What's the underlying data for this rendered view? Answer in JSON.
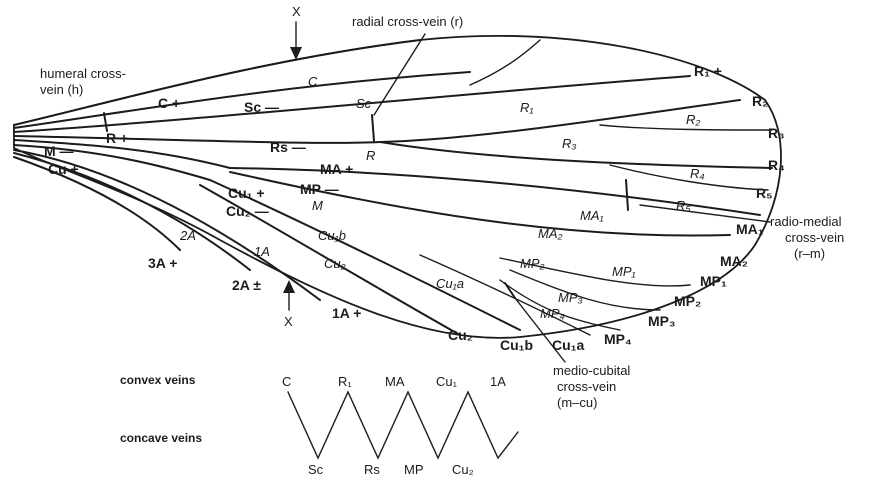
{
  "callouts": {
    "radial": "radial cross-vein (r)",
    "humeral_1": "humeral cross-",
    "humeral_2": "vein (h)",
    "radio_medial_1": "radio-medial",
    "radio_medial_2": "cross-vein",
    "radio_medial_3": "(r–m)",
    "medio_cubital_1": "medio-cubital",
    "medio_cubital_2": "cross-vein",
    "medio_cubital_3": "(m–cu)",
    "x_top": "X",
    "x_bottom": "X"
  },
  "vein_labels": {
    "c": "C +",
    "sc": "Sc —",
    "r": "R +",
    "rs": "Rs —",
    "m": "M —",
    "cu": "Cu +",
    "ma": "MA +",
    "mp": "MP —",
    "cu1": "Cu₁ +",
    "cu2": "Cu₂ —",
    "a3": "3A +",
    "a2": "2A ±",
    "a1": "1A +"
  },
  "cell_labels": {
    "c": "C",
    "sc": "Sc",
    "r": "R",
    "r1": "R₁",
    "r2": "R₂",
    "r3": "R₃",
    "r4": "R₄",
    "r5": "R₅",
    "m": "M",
    "cu1b": "Cu₁b",
    "cu2": "Cu₂",
    "cu1a": "Cu₁a",
    "a2": "2A",
    "a1": "1A",
    "ma1": "MA₁",
    "ma2": "MA₂",
    "mp1": "MP₁",
    "mp2": "MP₂",
    "mp3": "MP₃",
    "mp4": "MP₄"
  },
  "margin_labels": {
    "r1": "R₁ +",
    "r2": "R₂",
    "r3": "R₃",
    "r4": "R₄",
    "r5": "R₅",
    "ma1": "MA₁",
    "ma2": "MA₂",
    "mp1": "MP₁",
    "mp2": "MP₂",
    "mp3": "MP₃",
    "mp4": "MP₄",
    "cu1a": "Cu₁a",
    "cu1b": "Cu₁b",
    "cu2": "Cu₂"
  },
  "legend": {
    "convex_title": "convex veins",
    "concave_title": "concave veins",
    "convex": [
      "C",
      "R₁",
      "MA",
      "Cu₁",
      "1A"
    ],
    "concave": [
      "Sc",
      "Rs",
      "MP",
      "Cu₂"
    ]
  }
}
